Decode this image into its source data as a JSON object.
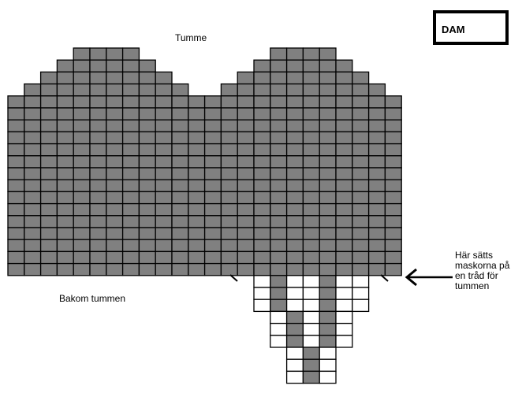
{
  "labels": {
    "thumb": "Tumme",
    "behind_thumb": "Bakom tummen",
    "size_badge": "DAM",
    "instruction_lines": [
      "Här sätts",
      "maskorna på",
      "en tråd för",
      "tummen"
    ]
  },
  "legend": {
    "filled_color": "#808080",
    "empty_color": "#ffffff",
    "grid_color": "#000000"
  },
  "icons": {
    "pointer": "arrow-left-icon",
    "placement_marks": "slash-mark-icon"
  }
}
